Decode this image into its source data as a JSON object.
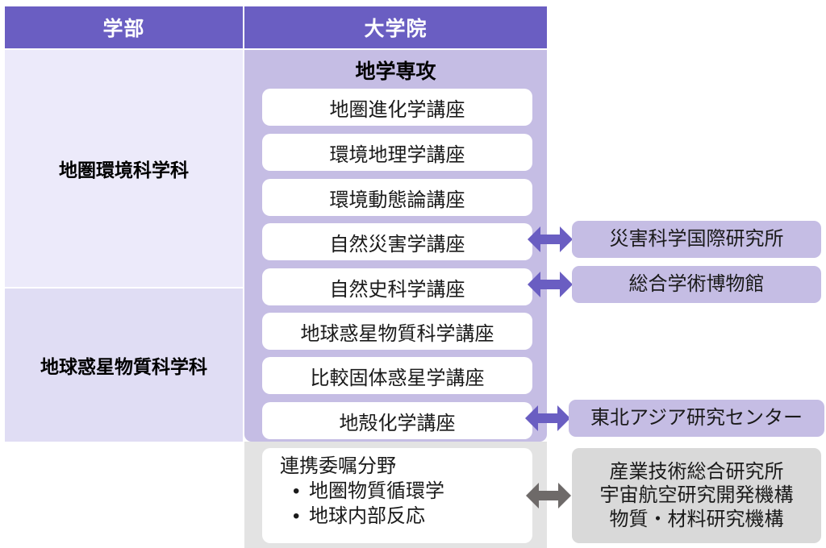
{
  "header": {
    "undergraduate_label": "学部",
    "graduate_label": "大学院"
  },
  "colors": {
    "header_purple": "#6a5ec2",
    "grad_column_purple": "#c5bde4",
    "dept_light": "#eceafa",
    "dept_dark": "#e0ddf4",
    "course_box": "#ffffff",
    "cooperative_grey": "#e3e3e3",
    "institution_grey": "#d9d9d9",
    "arrow_purple": "#6a5ec2",
    "arrow_grey": "#6e6a69"
  },
  "graduate": {
    "major_title": "地学専攻"
  },
  "departments": [
    {
      "label": "地圏環境科学科"
    },
    {
      "label": "地球惑星物質科学科"
    }
  ],
  "courses": [
    {
      "label": "地圏進化学講座"
    },
    {
      "label": "環境地理学講座"
    },
    {
      "label": "環境動態論講座"
    },
    {
      "label": "自然災害学講座"
    },
    {
      "label": "自然史科学講座"
    },
    {
      "label": "地球惑星物質科学講座"
    },
    {
      "label": "比較固体惑星学講座"
    },
    {
      "label": "地殻化学講座"
    }
  ],
  "cooperative": {
    "heading": "連携委嘱分野",
    "items": [
      "地圏物質循環学",
      "地球内部反応"
    ]
  },
  "institutions": [
    {
      "label": "災害科学国際研究所"
    },
    {
      "label": "総合学術博物館"
    },
    {
      "label": "東北アジア研究センター"
    }
  ],
  "institution_multiline": {
    "line1": "産業技術総合研究所",
    "line2": "宇宙航空研究開発機構",
    "line3": "物質・材料研究機構"
  },
  "arrows": [
    {
      "name": "double-arrow-disaster",
      "color": "purple"
    },
    {
      "name": "double-arrow-museum",
      "color": "purple"
    },
    {
      "name": "double-arrow-northeast-asia",
      "color": "purple"
    },
    {
      "name": "double-arrow-cooperative",
      "color": "grey"
    }
  ]
}
